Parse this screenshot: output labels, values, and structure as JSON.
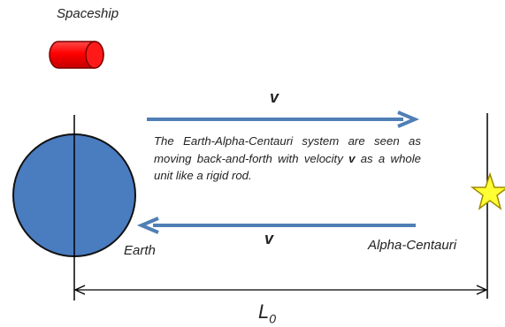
{
  "labels": {
    "spaceship": "Spaceship",
    "earth": "Earth",
    "alpha_centauri": "Alpha-Centauri",
    "velocity_top": "v",
    "velocity_bottom": "v",
    "length_main": "L",
    "length_sub": "0"
  },
  "description": {
    "part1": "The Earth-Alpha-Centauri system are seen as moving back-and-forth with velocity ",
    "bold": "v",
    "part2": " as a whole unit like a rigid rod."
  },
  "colors": {
    "earth": "#4a7cc0",
    "arrow": "#4f7fb5",
    "spaceship": "#ff0000",
    "star": "#ffff33"
  },
  "icons": {
    "spaceship": "red-cylinder-icon",
    "star": "star-icon"
  }
}
